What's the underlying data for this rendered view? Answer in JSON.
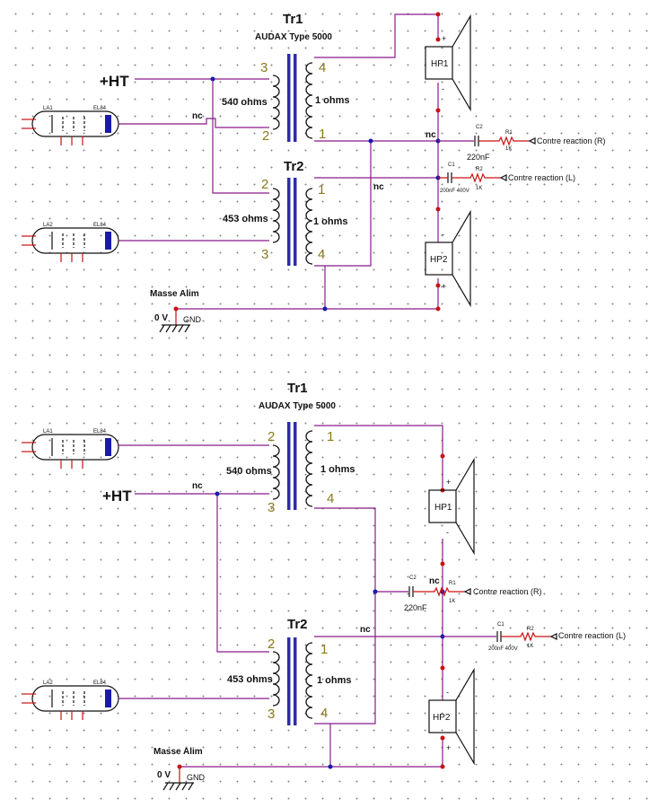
{
  "top": {
    "tr1": {
      "title": "Tr1",
      "subtitle": "AUDAX Type 5000",
      "pin_tl": "3",
      "pin_bl": "2",
      "pin_tr": "4",
      "pin_br": "1",
      "pri": "540 ohms",
      "sec": "1 ohms"
    },
    "tr2": {
      "title": "Tr2",
      "pin_tl": "2",
      "pin_bl": "3",
      "pin_tr": "1",
      "pin_br": "4",
      "pri": "453 ohms",
      "sec": "1 ohms"
    },
    "ht": "+HT",
    "nc1": "nc",
    "nc2": "nc",
    "nc3": "nc",
    "tube1": {
      "ref": "LA1",
      "type": "EL84"
    },
    "tube2": {
      "ref": "LA2",
      "type": "EL84"
    },
    "hp1": {
      "ref": "HP1",
      "plus": "+",
      "minus": "-"
    },
    "hp2": {
      "ref": "HP2",
      "plus": "+",
      "minus": "-"
    },
    "c2": {
      "ref": "C2",
      "val": "220nF"
    },
    "r1": {
      "ref": "R1",
      "val": "1K"
    },
    "c1": {
      "ref": "C1",
      "val": "200nF 400V"
    },
    "r2": {
      "ref": "R2",
      "val": "1K"
    },
    "fb_r": "Contre reaction (R)",
    "fb_l": "Contre reaction (L)",
    "masse": "Masse Alim",
    "zero_v": "0 V",
    "gnd": "GND"
  },
  "bottom": {
    "tr1": {
      "title": "Tr1",
      "subtitle": "AUDAX Type 5000",
      "pin_tl": "2",
      "pin_bl": "3",
      "pin_tr": "1",
      "pin_br": "4",
      "pri": "540 ohms",
      "sec": "1 ohms"
    },
    "tr2": {
      "title": "Tr2",
      "pin_tl": "2",
      "pin_bl": "3",
      "pin_tr": "1",
      "pin_br": "4",
      "pri": "453 ohms",
      "sec": "1 ohms"
    },
    "ht": "+HT",
    "nc1": "nc",
    "nc2": "nc",
    "nc3": "nc",
    "tube1": {
      "ref": "LA1",
      "type": "EL84"
    },
    "tube2": {
      "ref": "LA2",
      "type": "EL84"
    },
    "hp1": {
      "ref": "HP1",
      "plus": "+",
      "minus": "-"
    },
    "hp2": {
      "ref": "HP2",
      "plus": "+",
      "minus": "-"
    },
    "c2": {
      "ref": "C2",
      "val": "220nF"
    },
    "r1": {
      "ref": "R1",
      "val": "1K"
    },
    "c1": {
      "ref": "C1",
      "val": "200nF 400V"
    },
    "r2": {
      "ref": "R2",
      "val": "1K"
    },
    "fb_r": "Contre reaction (R)",
    "fb_l": "Contre reaction (L)",
    "masse": "Masse Alim",
    "zero_v": "0 V",
    "gnd": "GND"
  }
}
